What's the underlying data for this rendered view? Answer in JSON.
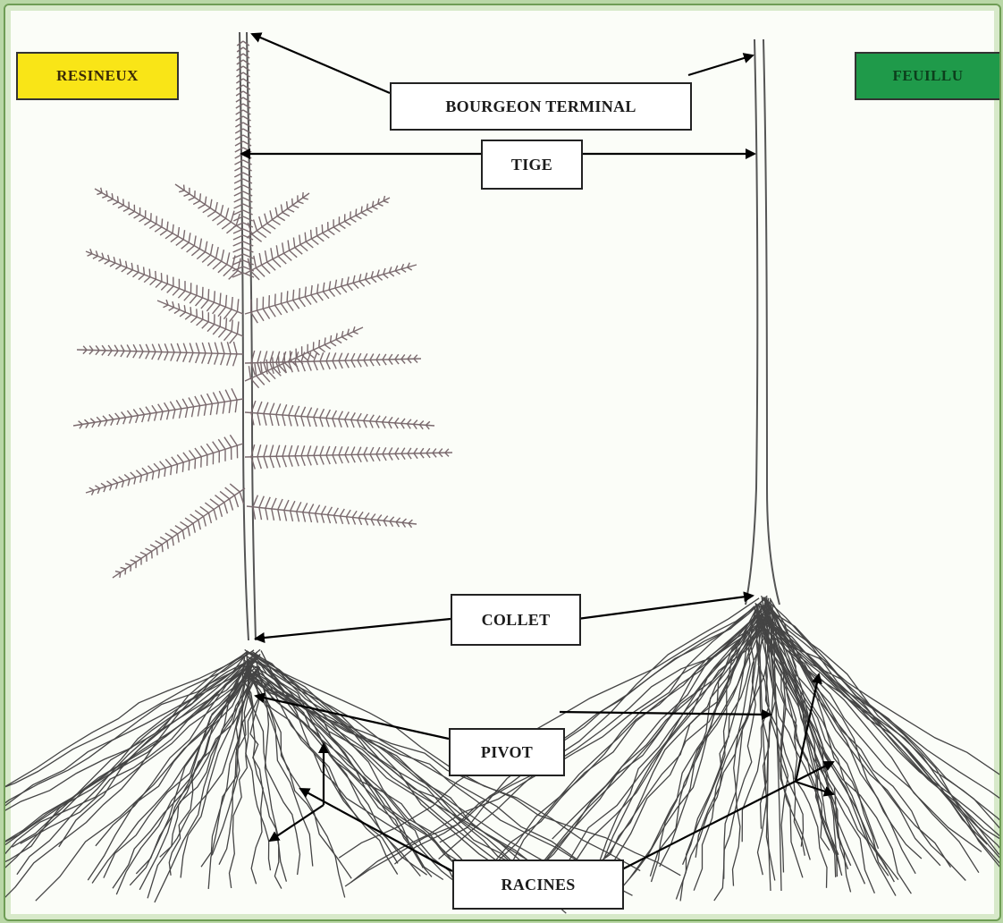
{
  "tags": {
    "conifer": "RESINEUX",
    "broadleaf": "FEUILLU"
  },
  "labels": {
    "terminal_bud": "BOURGEON TERMINAL",
    "stem": "TIGE",
    "collar": "COLLET",
    "taproot": "PIVOT",
    "roots": "RACINES"
  },
  "colors": {
    "conifer_tag": "#f9e517",
    "broadleaf_tag": "#1f9a4a",
    "frame": "#6f9d55",
    "foliage": "#7a6a6e"
  }
}
